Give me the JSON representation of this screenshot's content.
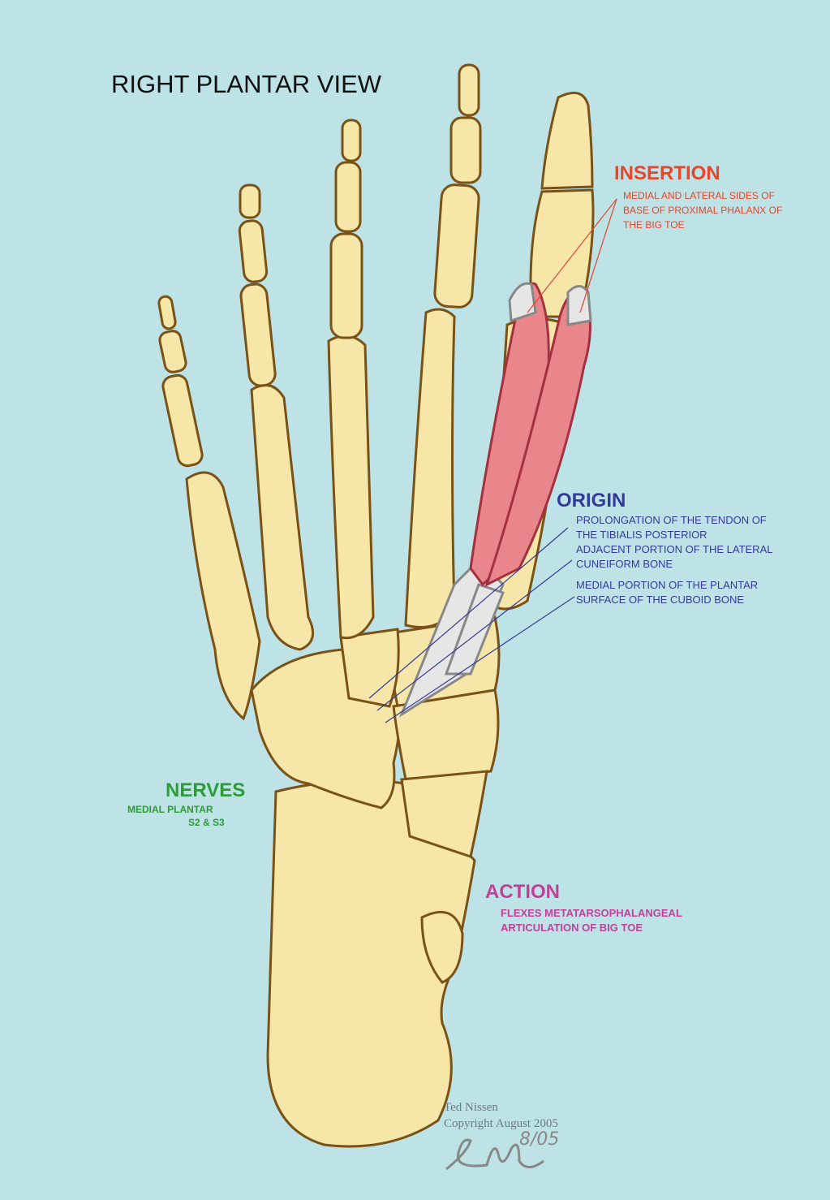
{
  "title": "RIGHT PLANTAR VIEW",
  "insertion": {
    "heading": "INSERTION",
    "lines": [
      "MEDIAL AND LATERAL SIDES OF",
      "BASE OF PROXIMAL PHALANX OF",
      "THE BIG TOE"
    ]
  },
  "origin": {
    "heading": "ORIGIN",
    "lines": [
      "PROLONGATION OF THE TENDON OF",
      "THE TIBIALIS POSTERIOR",
      "ADJACENT PORTION OF THE LATERAL",
      "CUNEIFORM BONE",
      "MEDIAL PORTION OF THE PLANTAR",
      "SURFACE OF THE CUBOID BONE"
    ]
  },
  "nerves": {
    "heading": "NERVES",
    "lines": [
      "MEDIAL PLANTAR",
      "S2 & S3"
    ]
  },
  "action": {
    "heading": "ACTION",
    "lines": [
      "FLEXES METATARSOPHALANGEAL",
      "ARTICULATION OF BIG TOE"
    ]
  },
  "credit": {
    "author": "Ted Nissen",
    "copyright": "Copyright August 2005",
    "signature": "8/05"
  },
  "colors": {
    "background": "#bde3e6",
    "bone": "#f6e7a9",
    "muscle": "#e8868c",
    "insertion": "#e8452a",
    "origin": "#343a9a",
    "nerves": "#2f9a3a",
    "action": "#c0409a"
  }
}
